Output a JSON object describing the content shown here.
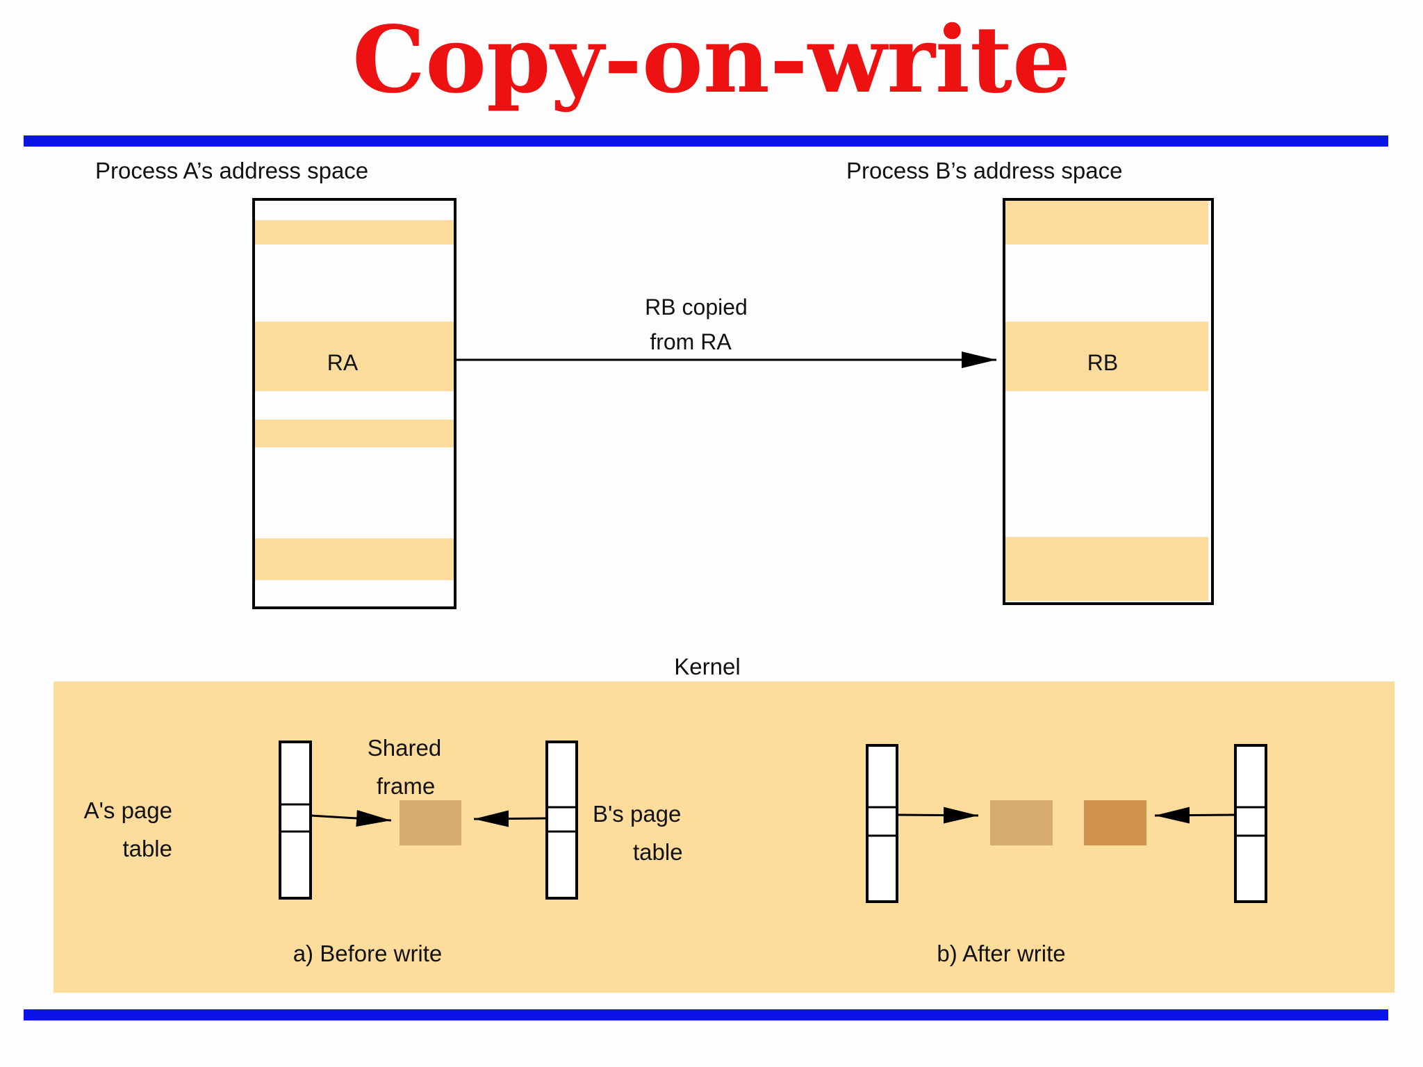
{
  "title": "Copy-on-write",
  "process_a": {
    "label": "Process A’s address space",
    "region": "RA"
  },
  "process_b": {
    "label": "Process B’s address space",
    "region": "RB"
  },
  "copy_arrow": {
    "line1": "RB copied",
    "line2": "from RA"
  },
  "kernel": {
    "label": "Kernel",
    "a_page_table": {
      "line1": "A's page",
      "line2": "table"
    },
    "b_page_table": {
      "line1": "B's page",
      "line2": "table"
    },
    "shared_frame": {
      "line1": "Shared",
      "line2": "frame"
    },
    "caption_before": "a) Before write",
    "caption_after": "b) After write"
  },
  "colors": {
    "title": "#ee1111",
    "rule": "#0a14e6",
    "region": "#fcdc9c",
    "kernel_bg": "#fddc9c",
    "frame_shared": "#d8ab72",
    "frame_new": "#d0924c"
  }
}
